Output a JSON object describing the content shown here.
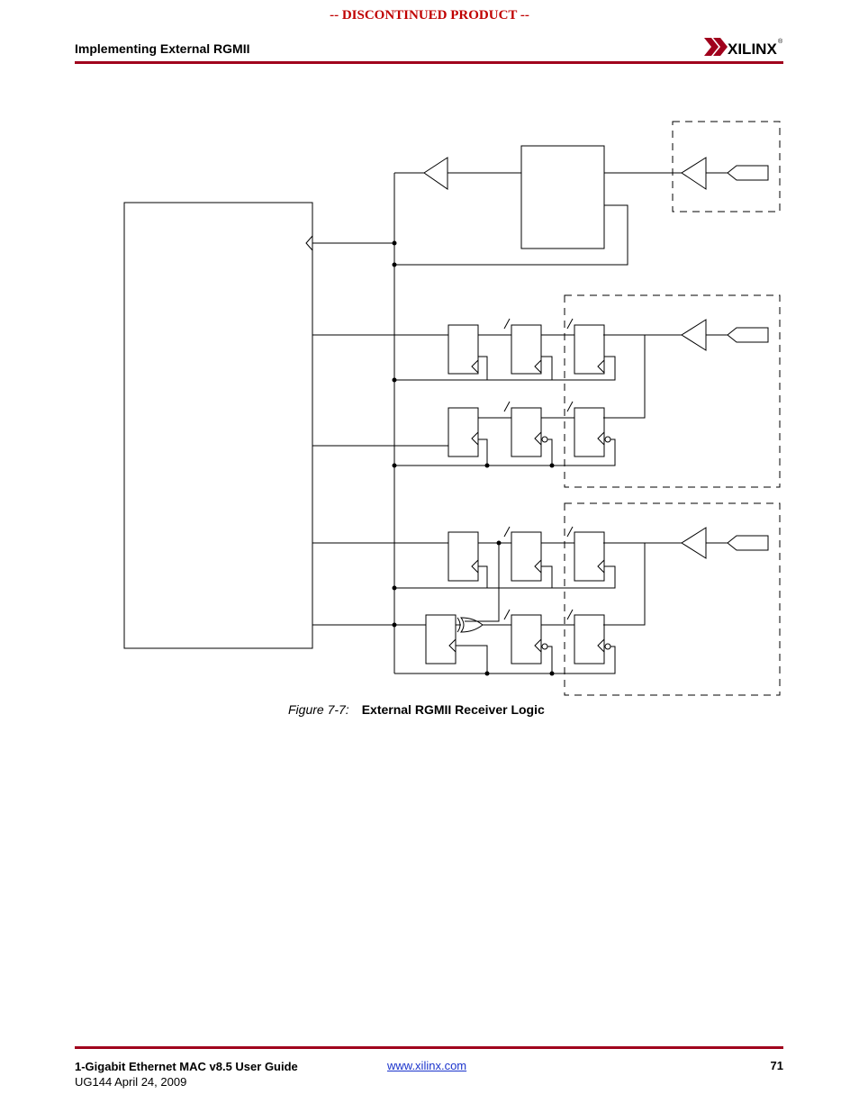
{
  "banner": "-- DISCONTINUED PRODUCT --",
  "header": {
    "section_title": "Implementing External RGMII",
    "logo_text": "XILINX",
    "logo_mark": "®"
  },
  "figure": {
    "number": "Figure 7-7:",
    "title": "External RGMII Receiver Logic"
  },
  "footer": {
    "guide_title": "1-Gigabit Ethernet MAC v8.5 User Guide",
    "doc_date": "UG144 April 24, 2009",
    "link": "www.xilinx.com",
    "page_number": "71"
  },
  "colors": {
    "banner": "#c00000",
    "rule": "#a0001c",
    "link": "#1a33cc"
  }
}
